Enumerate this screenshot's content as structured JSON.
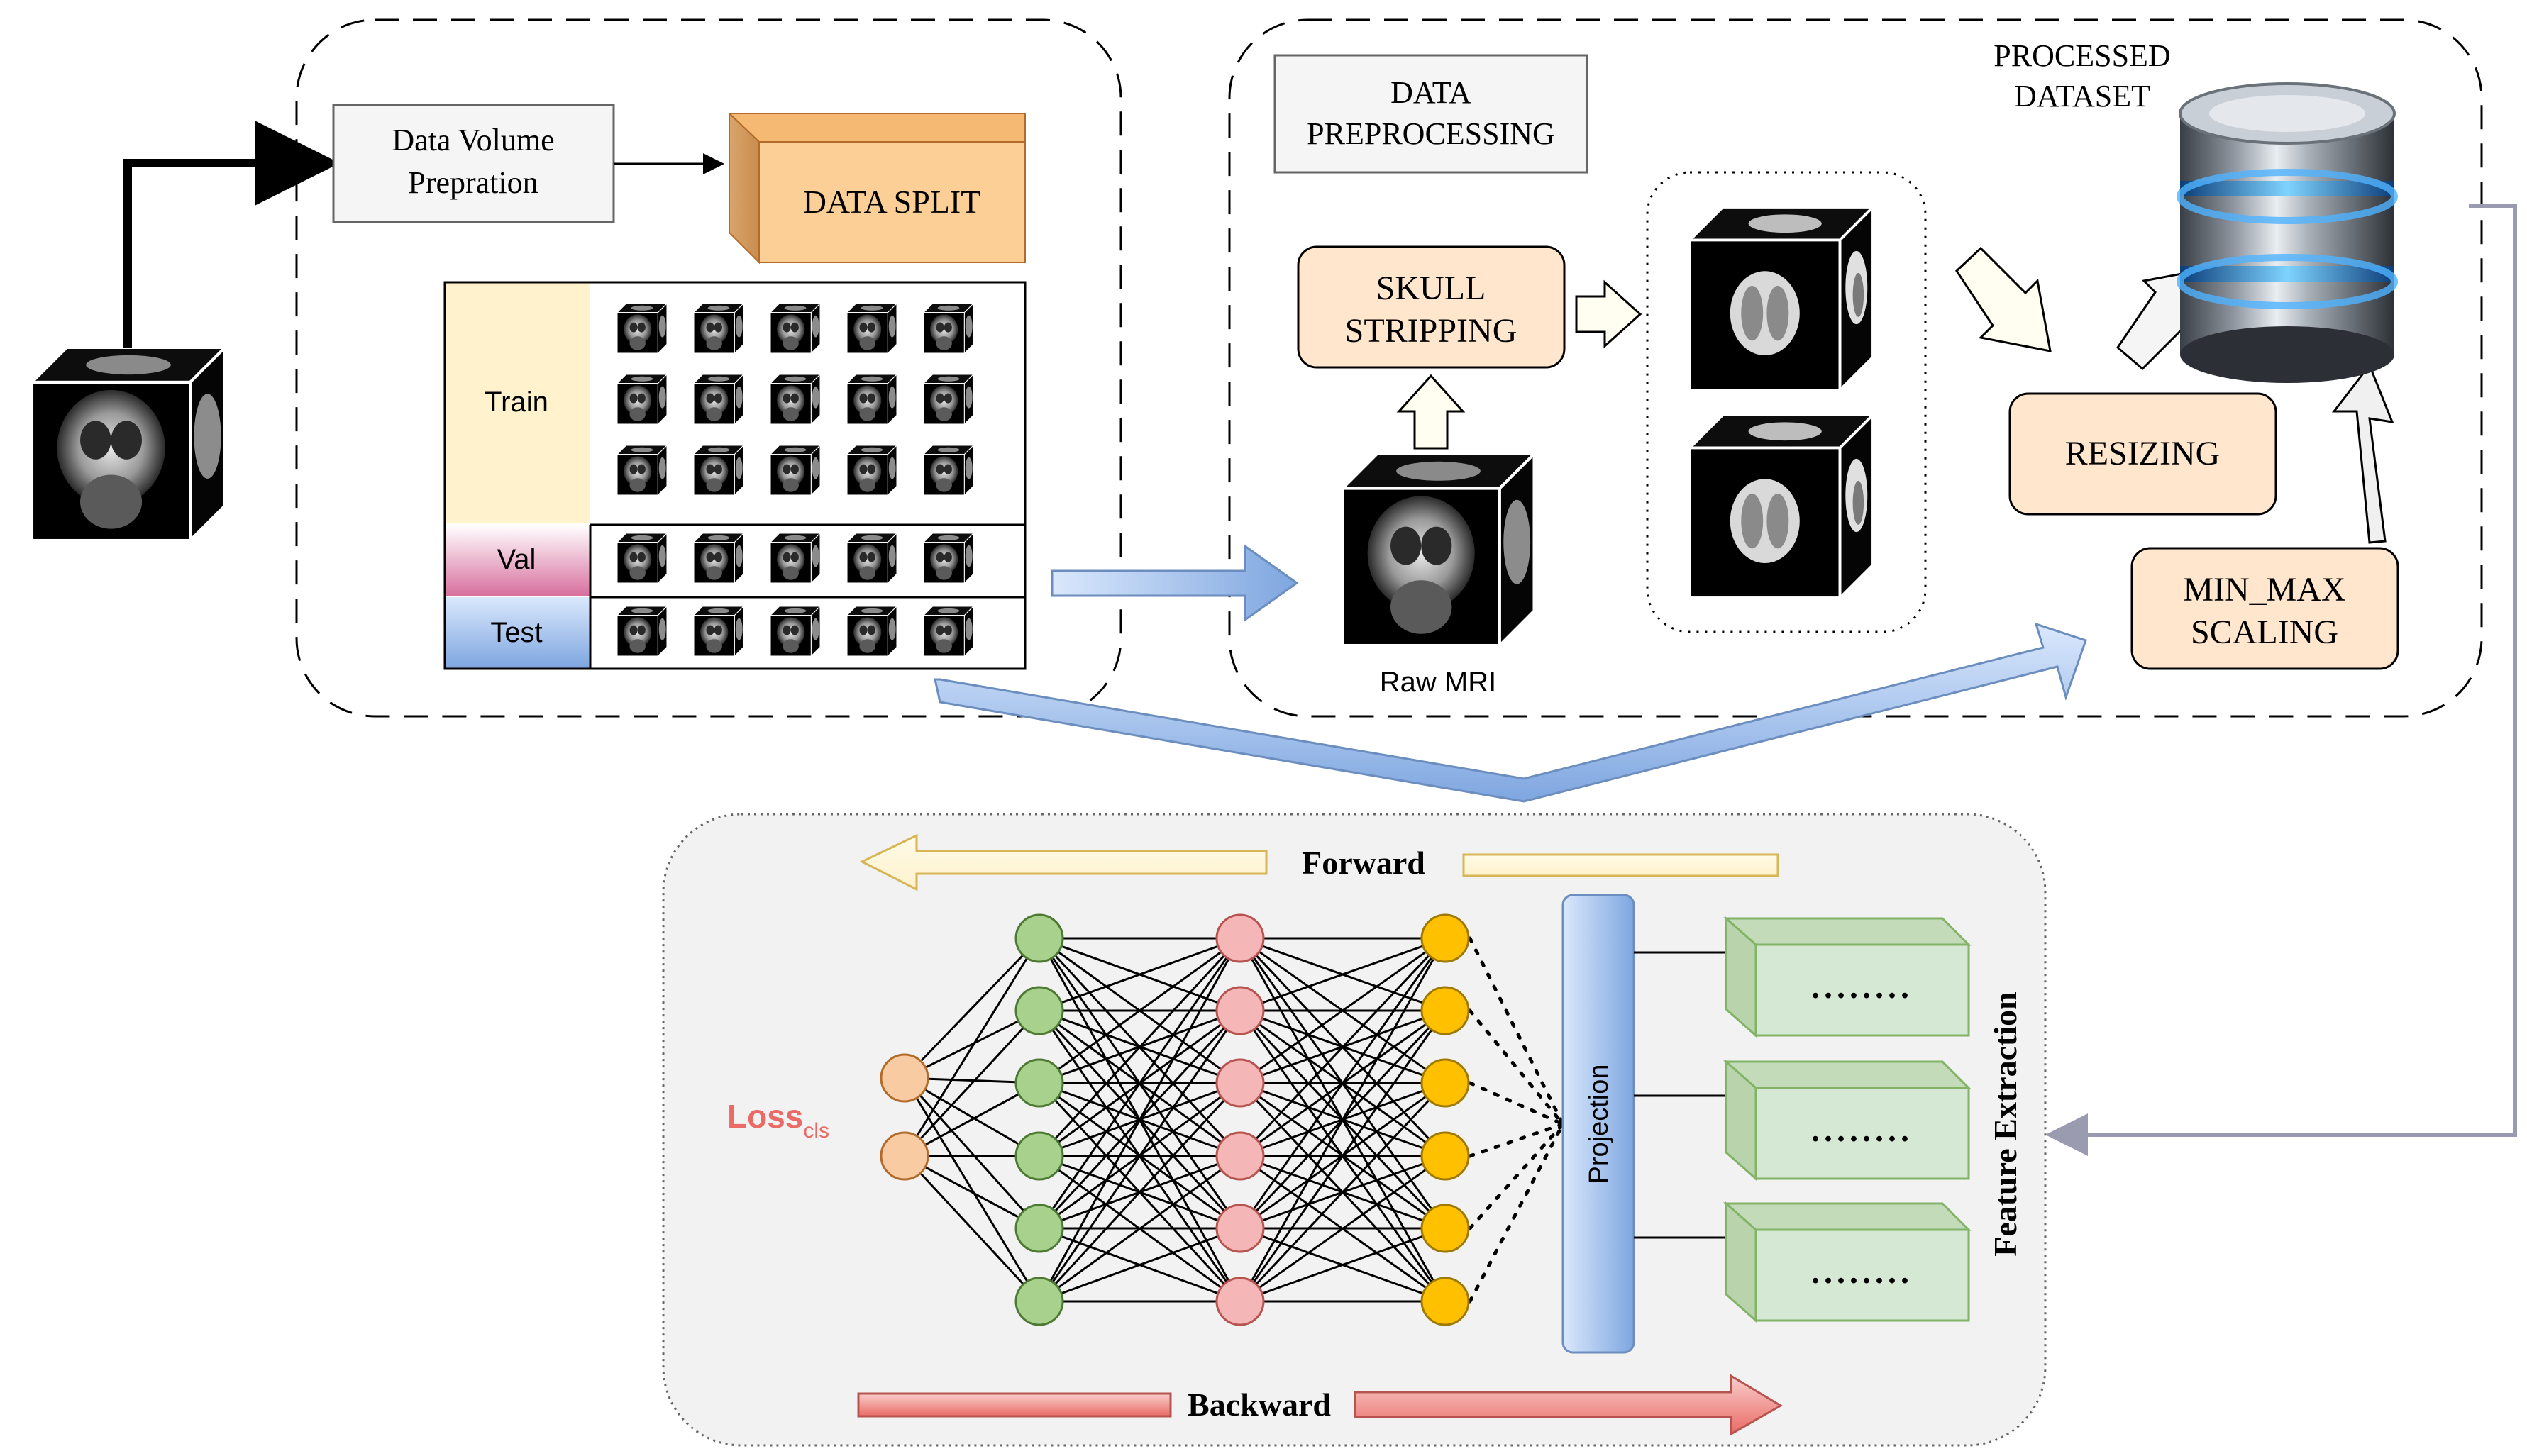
{
  "colors": {
    "peach": "#ffe6cc",
    "peach_stroke": "#b36b2a",
    "split_orange": "#f8c78d",
    "gray_box": "#f5f5f5",
    "train_yellow": "#fff2cc",
    "val_pink": "#e6a0c4",
    "test_blue": "#a9c4eb",
    "blue_arrow": "#7ea6e0",
    "yellow_arrow": "#fff2cc",
    "red_arrow": "#f19c99",
    "green_node": "#a9d18e",
    "pink_node": "#f4b6b6",
    "orange_node": "#ffc000",
    "input_node": "#f8cba2",
    "proj_blue": "#a6c4f2",
    "green_box": "#d5e8d4",
    "loss_red": "#ea6b66",
    "panel_gray": "#f2f2f2",
    "connector_gray": "#9a9ab0"
  },
  "labels": {
    "data_volume": [
      "Data Volume",
      "Prepration"
    ],
    "data_split": "DATA SPLIT",
    "train": "Train",
    "val": "Val",
    "test": "Test",
    "data_preprocessing": [
      "DATA",
      "PREPROCESSING"
    ],
    "skull_stripping": [
      "SKULL",
      "STRIPPING"
    ],
    "raw_mri": "Raw MRI",
    "processed_dataset": [
      "PROCESSED",
      "DATASET"
    ],
    "resizing": "RESIZING",
    "min_max_scaling": [
      "MIN_MAX",
      "SCALING"
    ],
    "forward": "Forward",
    "backward": "Backward",
    "loss_main": "Loss",
    "loss_sub": "cls",
    "projection": "Projection",
    "feature_extraction": "Feature Extraction",
    "feature_dots": "........"
  },
  "icons": {
    "mri_cube": "mri-cube-icon",
    "database": "database-icon"
  }
}
